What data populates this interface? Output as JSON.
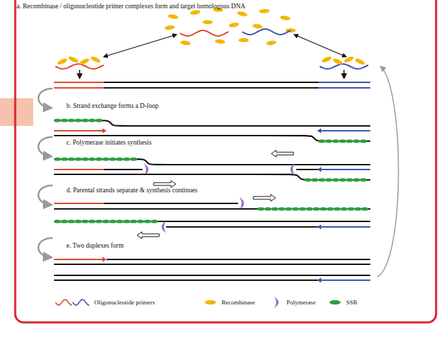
{
  "diagram": {
    "labels": [
      "a. Recombinase / oligonucleotide primer complexes form and target homologous DNA",
      "b. Strand exchange forms a D-loop",
      "c. Polymerase initiates synthesis",
      "d. Parental strands separate & synthesis continues",
      "e. Two duplexes form"
    ],
    "legend": [
      {
        "text": "Oligonucleotide primers"
      },
      {
        "text": "Recombinase",
        "color": "#f2b705"
      },
      {
        "text": "Polymerase",
        "color": "#9b6fc3"
      },
      {
        "text": "SSB",
        "color": "#2e9e3f"
      }
    ]
  }
}
